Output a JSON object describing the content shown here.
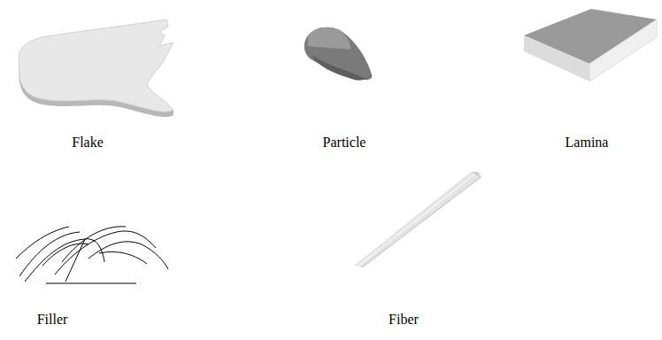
{
  "diagram": {
    "labels": [
      "Flake",
      "Particle",
      "Lamina",
      "Filler",
      "Fiber"
    ]
  }
}
